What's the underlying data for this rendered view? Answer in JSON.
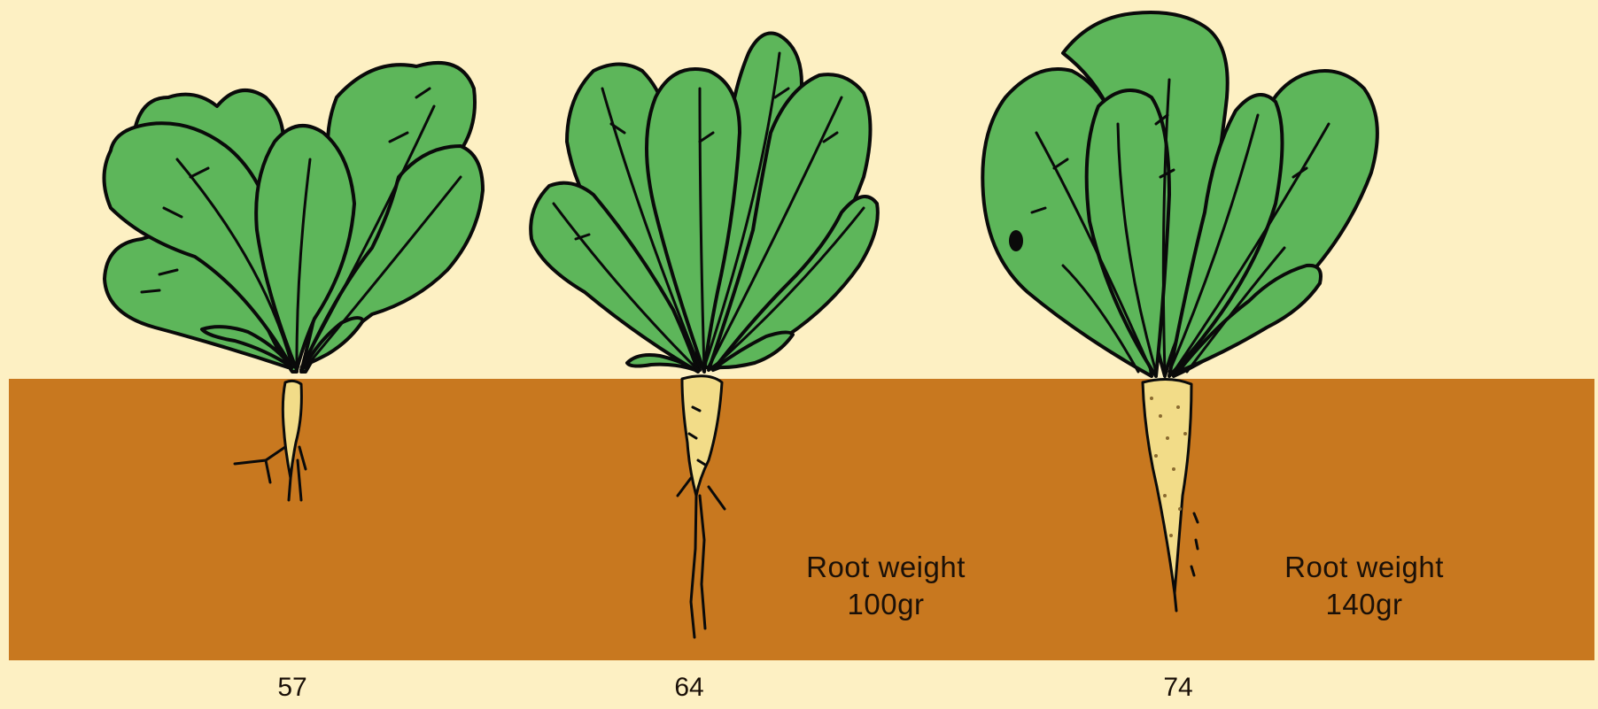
{
  "plants": [
    {
      "stage": "57",
      "root_weight_line1": "",
      "root_weight_line2": ""
    },
    {
      "stage": "64",
      "root_weight_line1": "Root weight",
      "root_weight_line2": "100gr"
    },
    {
      "stage": "74",
      "root_weight_line1": "Root weight",
      "root_weight_line2": "140gr"
    }
  ],
  "colors": {
    "background": "#fdf0c3",
    "soil": "#c8781f",
    "leaf": "#5db65a",
    "root": "#f2dc88",
    "outline": "#0a0a0a"
  }
}
